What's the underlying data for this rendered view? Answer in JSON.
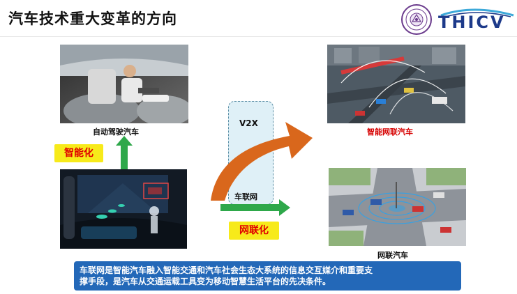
{
  "header": {
    "title": "汽车技术重大变革的方向",
    "brand": "THICV"
  },
  "images": {
    "autonomous": {
      "caption": "自动驾驶汽车"
    },
    "smart_connected": {
      "caption": "智能网联汽车"
    },
    "connected": {
      "caption": "网联汽车"
    }
  },
  "tags": {
    "intelligent": "智能化",
    "networked": "网联化"
  },
  "flow": {
    "v2x": "V2X",
    "iov": "车联网"
  },
  "summary": {
    "line1": "车联网是智能汽车融入智能交通和汽车社会生态大系统的信息交互媒介和重要支",
    "line2": "撑手段，是汽车从交通运载工具变为移动智慧生活平台的先决条件。"
  },
  "colors": {
    "tag_bg": "#f7ea1a",
    "tag_text": "#e00000",
    "arrow_green": "#2ea84a",
    "arrow_orange": "#d9671c",
    "summary_bg": "#2368b8",
    "brand_blue": "#1d3a8a"
  }
}
